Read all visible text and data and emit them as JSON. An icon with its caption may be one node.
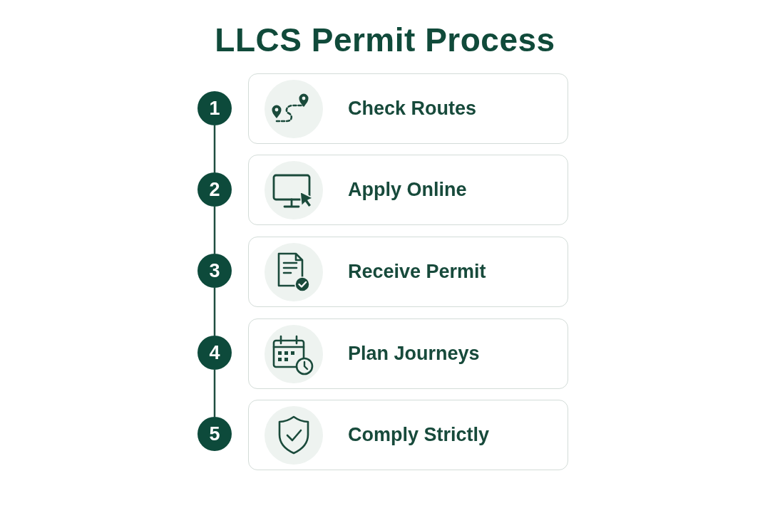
{
  "diagram": {
    "title": "LLCS Permit Process",
    "nodes": [
      {
        "text": [
          "1"
        ]
      },
      {
        "text": [
          "Check Routes"
        ]
      },
      {
        "text": [
          "2"
        ]
      },
      {
        "text": [
          "Apply Online"
        ]
      },
      {
        "text": [
          "3"
        ]
      },
      {
        "text": [
          "Receive Permit"
        ]
      },
      {
        "text": [
          "4"
        ]
      },
      {
        "text": [
          "Plan Journeys"
        ]
      },
      {
        "text": [
          "5"
        ]
      },
      {
        "text": [
          "Comply Strictly"
        ]
      }
    ],
    "edges": [
      {
        "from": 0,
        "to": 2,
        "arrow": "none"
      },
      {
        "from": 2,
        "to": 4,
        "arrow": "none"
      },
      {
        "from": 4,
        "to": 6,
        "arrow": "none"
      },
      {
        "from": 6,
        "to": 8,
        "arrow": "none"
      }
    ]
  }
}
